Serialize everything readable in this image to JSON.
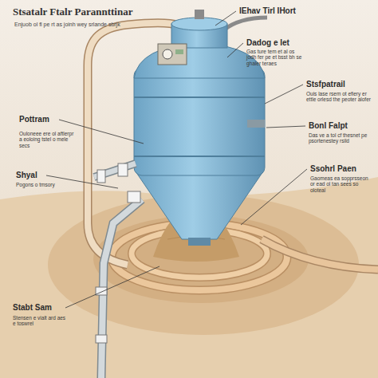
{
  "diagram": {
    "title": "Stsatalr Ftalr Parannttinar",
    "labels": [
      "Enjuob ol fl pe rt as joinh wey srlande sbrjk",
      "IEhav Tirl IHort",
      "Dadog e let",
      "Gas ture tem et al os jodh fer pe et bsst bh se ghaler teraes",
      "Stsfpatrail",
      "Ouis lase rsem ot efiery er ettle orlesd the peoter alofer",
      "Bonl Falpt",
      "Das ve a tol cf thesnet pe psortenestey rsild",
      "Pottram",
      "Ouloneee ere ol aftlerpr a eoloing tstel o mele secs",
      "Shyal",
      "Pogons o tmsory",
      "Ssohrl Paen",
      "Gaomeas ea sopprsseon or ead ol tan sees so oloteal",
      "Stabt Sam",
      "Stensen e vialt ard aes e toswrel"
    ]
  }
}
